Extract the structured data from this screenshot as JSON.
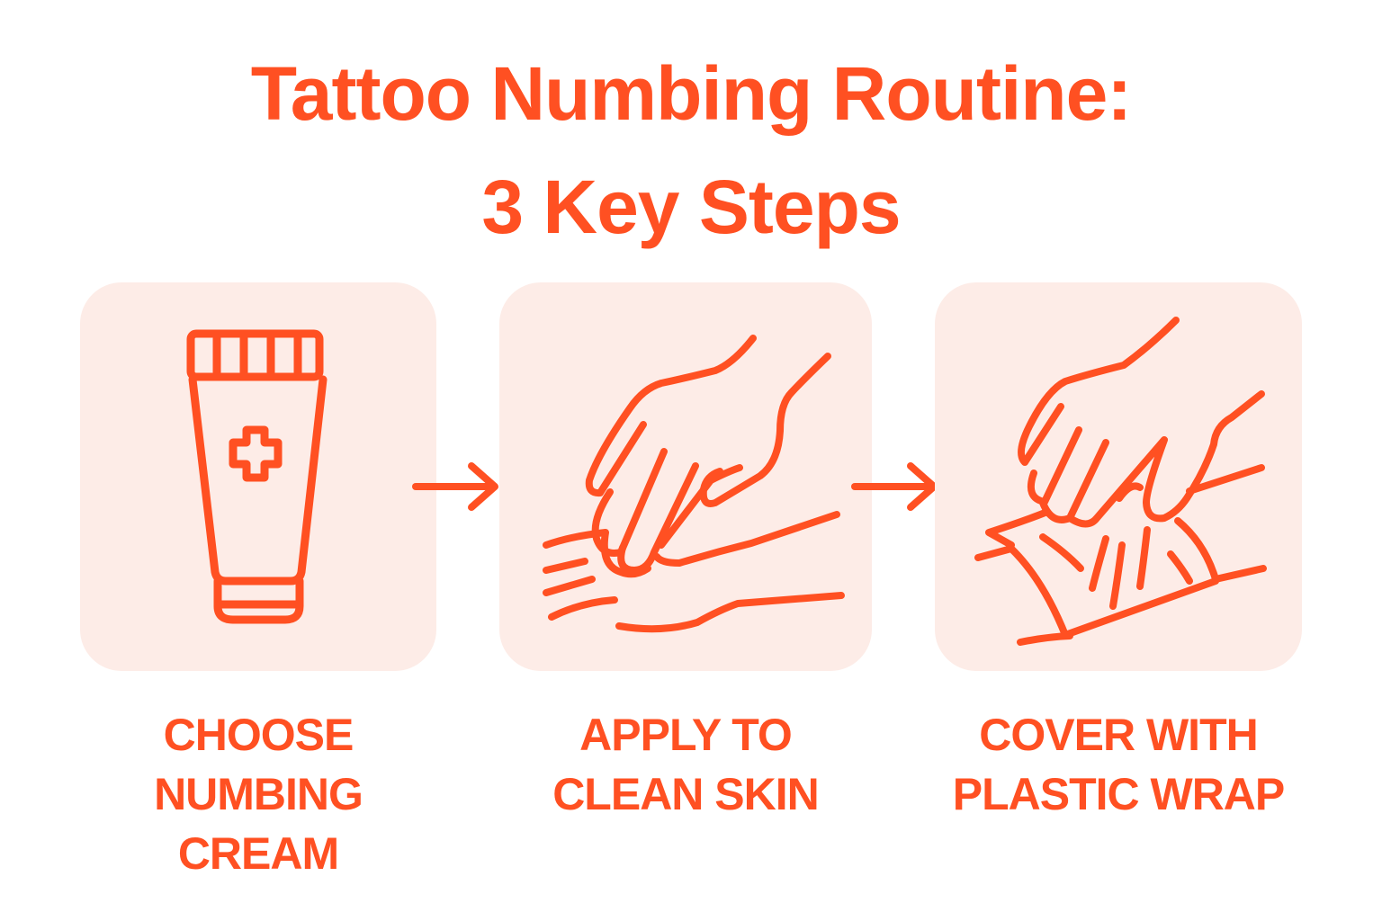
{
  "title": {
    "line1": "Tattoo Numbing Routine:",
    "line2": "3 Key Steps"
  },
  "colors": {
    "accent": "#FF5022",
    "panel_bg": "#FDECE7",
    "background": "#FFFFFF"
  },
  "steps": [
    {
      "icon": "numbing-cream-tube-icon",
      "label_lines": [
        "CHOOSE",
        "NUMBING",
        "CREAM"
      ]
    },
    {
      "icon": "hand-applying-cream-icon",
      "label_lines": [
        "APPLY TO",
        "CLEAN SKIN"
      ]
    },
    {
      "icon": "hand-plastic-wrap-icon",
      "label_lines": [
        "COVER WITH",
        "PLASTIC WRAP"
      ]
    }
  ],
  "connectors": [
    "arrow-right-icon",
    "arrow-right-icon"
  ]
}
